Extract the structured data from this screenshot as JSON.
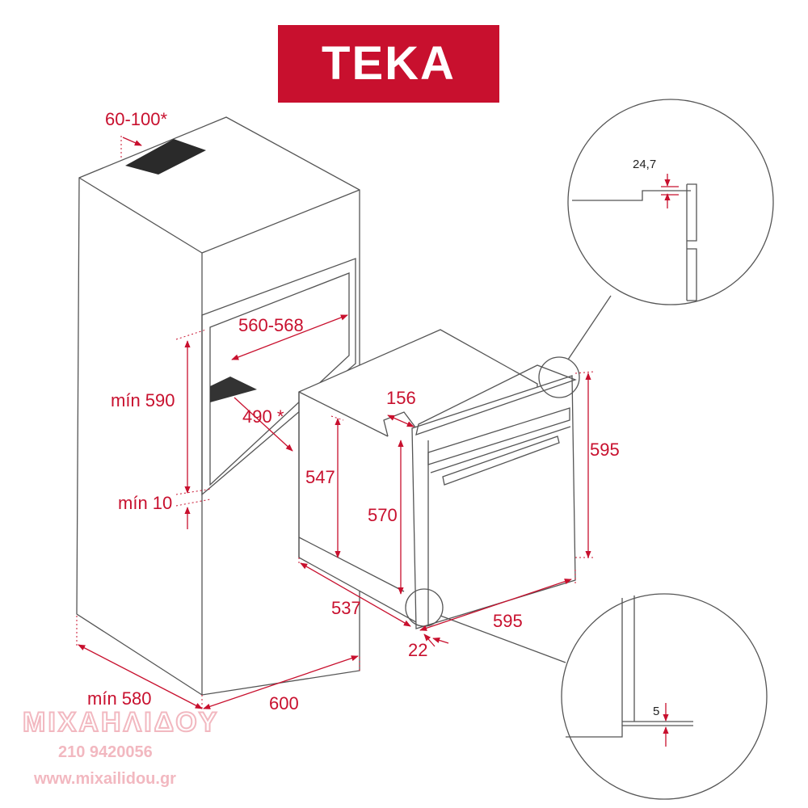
{
  "brand": {
    "name": "TEKA",
    "color": "#c8102e"
  },
  "dimensions": {
    "vent_opening": "60-100*",
    "niche_width": "560-568",
    "niche_height_min": "mín 590",
    "niche_depth": "490 *",
    "niche_bottom_min": "mín 10",
    "cabinet_width_min": "mín 580",
    "cabinet_depth": "600",
    "oven_body_depth": "537",
    "oven_body_height": "547",
    "oven_inner_height": "570",
    "oven_front_height": "595",
    "oven_front_width": "595",
    "front_offset": "156",
    "door_thickness": "22",
    "detail_top": "24,7",
    "detail_bottom": "5"
  },
  "watermark": {
    "name": "ΜΙΧΑΗΛΙΔΟΥ",
    "phone": "210 9420056",
    "website": "www.mixailidou.gr"
  }
}
